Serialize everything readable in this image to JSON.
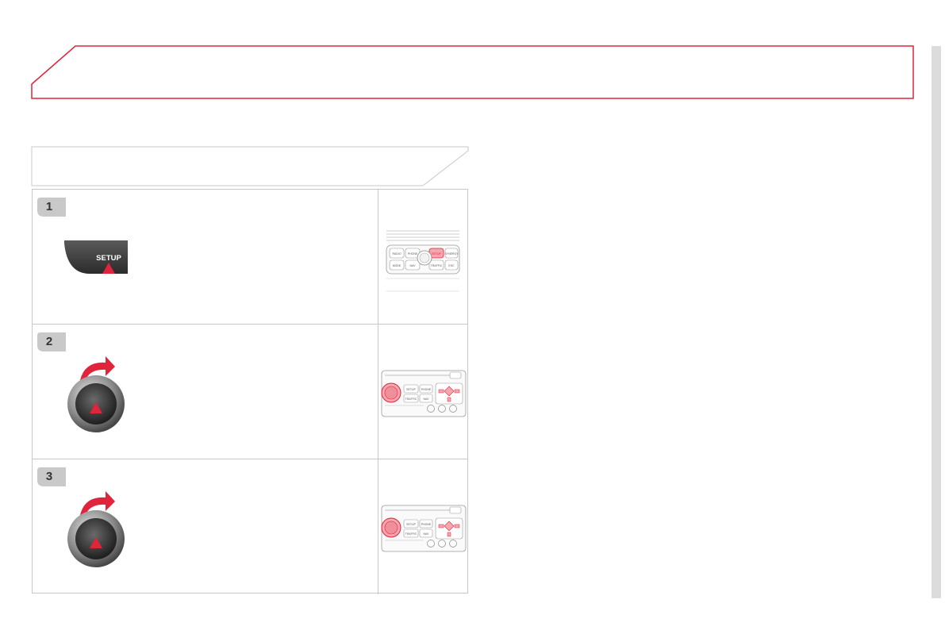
{
  "steps": [
    {
      "number": "1",
      "icon": "setup-button-press",
      "button_label": "SETUP",
      "panel_labels": [
        "RADIO",
        "PHONE",
        "SETUP",
        "SYNERGY",
        "MODE",
        "NAV",
        "TRAFFIC",
        "ESC"
      ]
    },
    {
      "number": "2",
      "icon": "rotary-knob-turn-press",
      "panel_labels": [
        "SETUP",
        "PHONE",
        "TRAFFIC",
        "NAV"
      ]
    },
    {
      "number": "3",
      "icon": "rotary-knob-turn-press",
      "panel_labels": [
        "SETUP",
        "PHONE",
        "TRAFFIC",
        "NAV"
      ]
    }
  ],
  "colors": {
    "accent": "#e0243c",
    "border": "#c8c8c8",
    "badge": "#c9c9c9",
    "rail": "#dcdcdc"
  }
}
